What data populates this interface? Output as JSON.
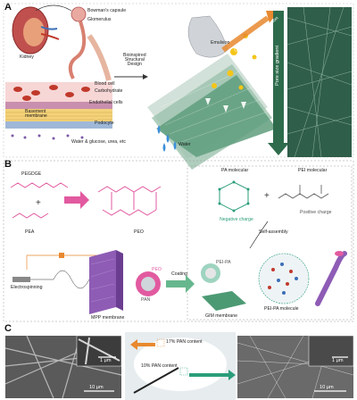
{
  "panels": {
    "a": "A",
    "b": "B",
    "c": "C"
  },
  "panelA": {
    "kidney": "Kidney",
    "bowman": "Bowman's capsule",
    "glomerulus": "Glomerulus",
    "blood_cell": "Blood cell",
    "carbohydrate": "Carbohydrate",
    "endothelial": "Endothelial cells",
    "basement": "Basement\nmembrane",
    "podocyte": "Podocyte",
    "filtrate": "Water & glucose, urea, etc",
    "design": "Bioinspired\nStructural\nDesign",
    "emulsion": "Emulsion",
    "water": "Water",
    "coalescence": "Coalescence and rejection",
    "gradient": "Pore size gradient"
  },
  "panelB": {
    "pegdge": "PEGDGE",
    "pea": "PEA",
    "peo": "PEO",
    "pa_title": "PA molecular",
    "pei_title": "PEI molecular",
    "negative": "Negative charge",
    "positive": "Positive charge",
    "self_assembly": "Self-assembly",
    "electrospinning": "Electrospinning",
    "mpp": "MPP membrane",
    "peo_label": "PEO",
    "pan_label": "PAN",
    "coating": "Coating",
    "pei_pa": "PEI-PA",
    "gim": "GIM membrane",
    "pei_pa_molecule": "PEI-PA molecule"
  },
  "panelC": {
    "pan17": "17% PAN content",
    "pan10": "10% PAN content",
    "scale1": "1 μm",
    "scale10": "10 μm"
  },
  "colors": {
    "accent_orange": "#e8892f",
    "accent_teal": "#2a9d7a",
    "pink": "#e25aa0",
    "green": "#3e8f6a"
  }
}
